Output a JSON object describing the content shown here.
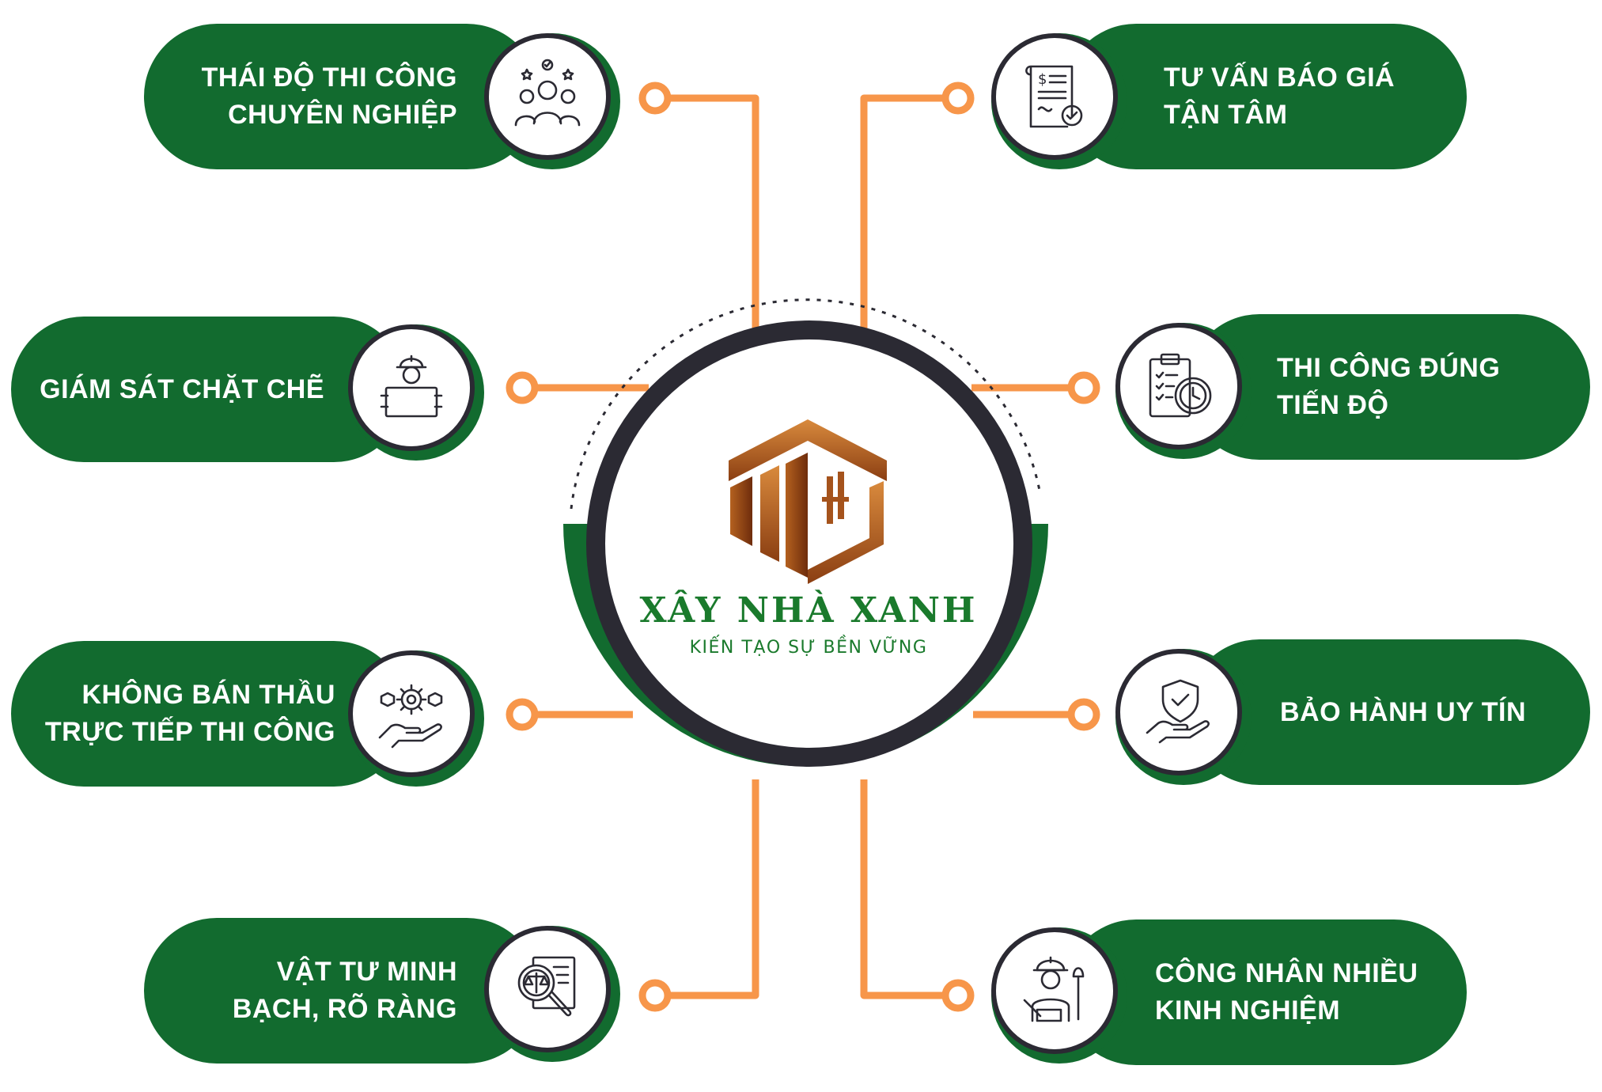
{
  "brand": {
    "name": "XÂY NHÀ XANH",
    "slogan": "KIẾN TẠO SỰ BỀN VỮNG"
  },
  "colors": {
    "primary_green": "#126b2f",
    "accent_orange": "#f7964a",
    "ring_dark": "#2b2a33",
    "logo_bronze": "#a5531c"
  },
  "features": [
    {
      "lines": [
        "THÁI ĐỘ THI CÔNG",
        "CHUYÊN NGHIỆP"
      ],
      "icon": "team-rating-icon"
    },
    {
      "lines": [
        "TƯ VẤN BÁO GIÁ",
        "TẬN TÂM"
      ],
      "icon": "quotation-document-icon"
    },
    {
      "lines": [
        "GIÁM SÁT CHẶT CHẼ"
      ],
      "icon": "supervisor-worker-icon"
    },
    {
      "lines": [
        "THI CÔNG ĐÚNG",
        "TIẾN ĐỘ"
      ],
      "icon": "schedule-clipboard-icon"
    },
    {
      "lines": [
        "KHÔNG BÁN THẦU",
        "TRỰC TIẾP THI CÔNG"
      ],
      "icon": "hand-gear-icon"
    },
    {
      "lines": [
        "BẢO HÀNH UY TÍN"
      ],
      "icon": "warranty-shield-icon"
    },
    {
      "lines": [
        "VẬT TƯ MINH",
        "BẠCH, RÕ RÀNG"
      ],
      "icon": "transparent-material-icon"
    },
    {
      "lines": [
        "CÔNG NHÂN NHIỀU",
        "KINH NGHIỆM"
      ],
      "icon": "experienced-worker-icon"
    }
  ]
}
